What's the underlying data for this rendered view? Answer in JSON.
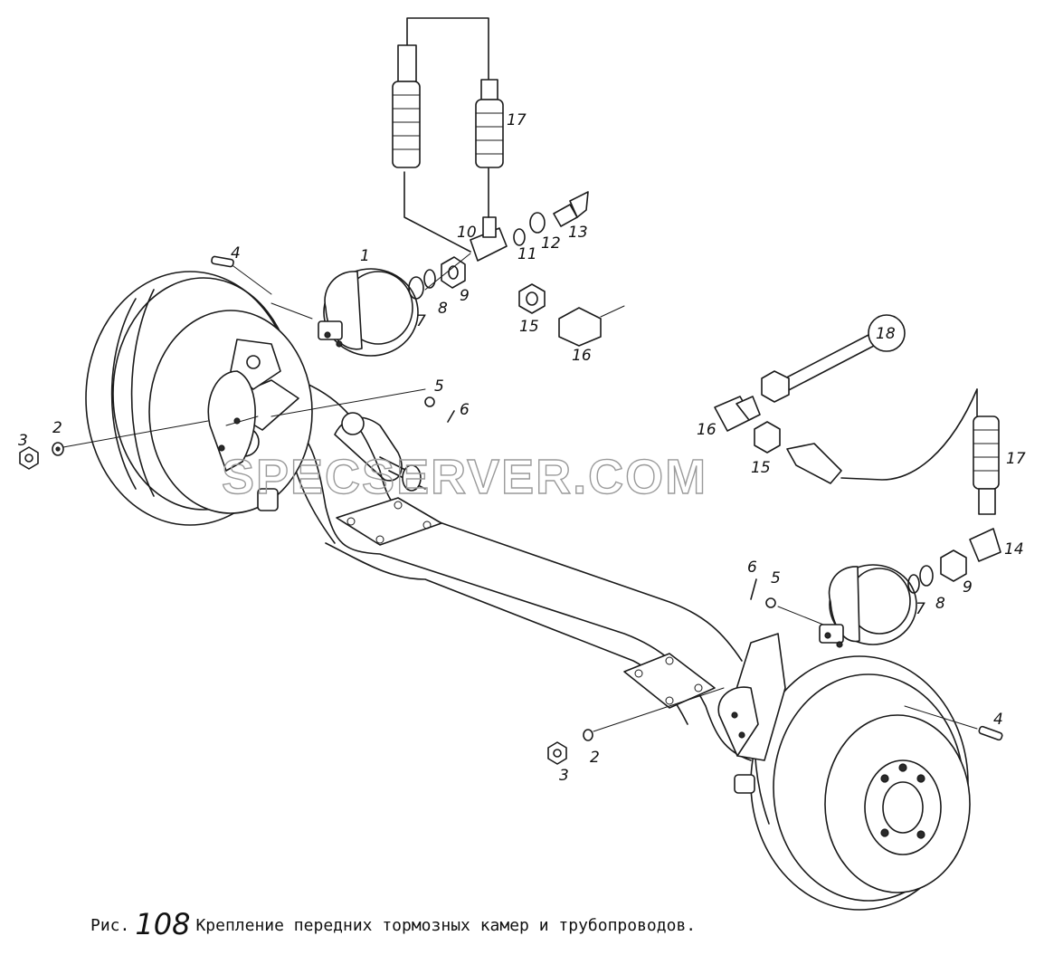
{
  "labels": {
    "l1": "1",
    "l2a": "2",
    "l2b": "2",
    "l3a": "3",
    "l3b": "3",
    "l4a": "4",
    "l4b": "4",
    "l5a": "5",
    "l5b": "5",
    "l6a": "6",
    "l6b": "6",
    "l7a": "7",
    "l7b": "7",
    "l8a": "8",
    "l8b": "8",
    "l9a": "9",
    "l9b": "9",
    "l10": "10",
    "l11": "11",
    "l12": "12",
    "l13": "13",
    "l14": "14",
    "l15a": "15",
    "l15b": "15",
    "l16a": "16",
    "l16b": "16",
    "l17a": "17",
    "l17b": "17",
    "l18": "18"
  },
  "watermark": "SPECSERVER.COM",
  "caption": {
    "prefix": "Рис.",
    "number": "108",
    "text": "Крепление передних тормозных камер и трубопроводов."
  }
}
